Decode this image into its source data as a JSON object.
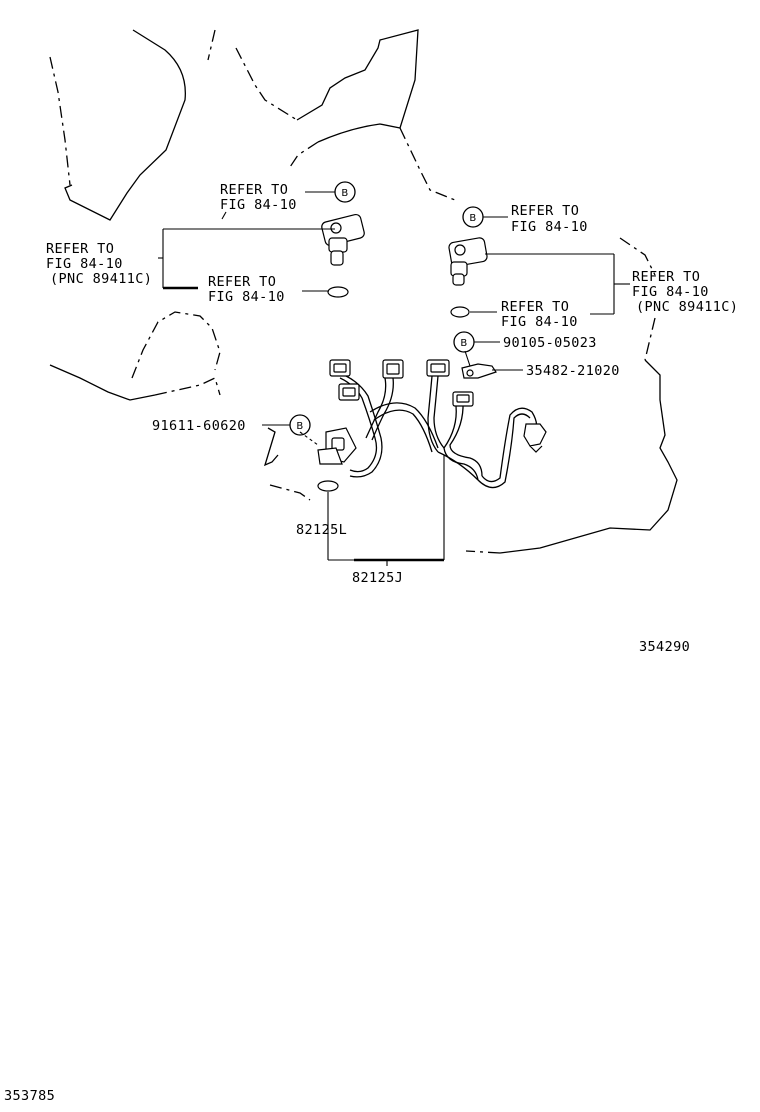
{
  "labels": {
    "ref_upper_left": [
      "REFER TO",
      "FIG 84-10"
    ],
    "ref_left": [
      "REFER TO",
      "FIG 84-10",
      "(PNC 89411C)"
    ],
    "ref_mid_left": [
      "REFER TO",
      "FIG 84-10"
    ],
    "ref_upper_right": [
      "REFER TO",
      "FIG 84-10"
    ],
    "ref_right": [
      "REFER TO",
      "FIG 84-10",
      "(PNC 89411C)"
    ],
    "ref_mid_right": [
      "REFER TO",
      "FIG 84-10"
    ],
    "part_90105": "90105-05023",
    "part_35482": "35482-21020",
    "part_91611": "91611-60620",
    "part_82125L": "82125L",
    "part_82125J": "82125J",
    "figure_number": "354290",
    "page_number": "353785"
  },
  "callout_symbol": "B"
}
